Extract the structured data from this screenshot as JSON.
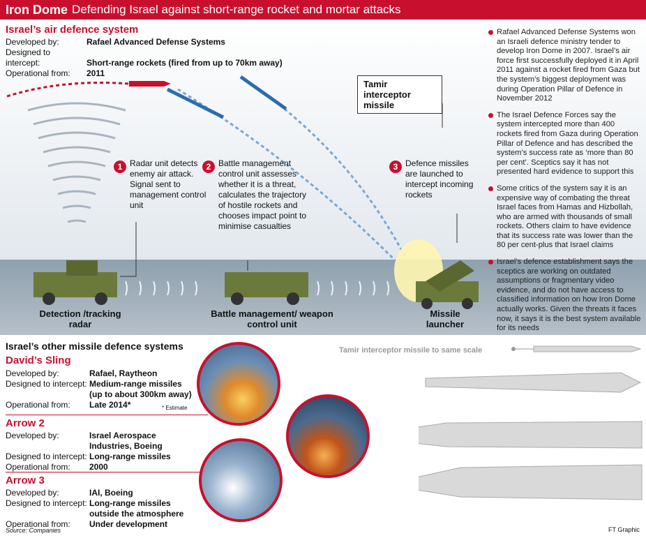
{
  "header": {
    "title_bold": "Iron Dome",
    "title_rest": "Defending Israel against short-range rocket and mortar attacks"
  },
  "air_defence": {
    "title": "Israel’s air defence system",
    "specs": [
      {
        "label": "Developed by:",
        "value": "Rafael Advanced Defense Systems"
      },
      {
        "label": "Designed to intercept:",
        "value": "Short-range rockets (fired from up to 70km away)"
      },
      {
        "label": "Operational from:",
        "value": "2011"
      }
    ]
  },
  "bullets": [
    "Rafael Advanced Defense Systems won an Israeli defence ministry tender to develop Iron Dome in 2007. Israel’s air force first successfully deployed it in April 2011 against a rocket fired from Gaza but the system’s biggest deployment was during Operation Pillar of Defence in November 2012",
    "The Israel Defence Forces say the system intercepted more than 400 rockets fired from Gaza during Operation Pillar of Defence and has described the system’s success rate as ‘more than 80 per cent’. Sceptics say it has not presented hard evidence to support this",
    "Some critics of the system say it is an expensive way of combating the threat Israel faces from Hamas and Hizbollah, who are armed with thousands of small rockets. Others claim to have evidence that its success rate was lower than the 80 per cent-plus that Israel claims",
    "Israel’s defence establishment says the sceptics are working on outdated assumptions or fragmentary video evidence, and do not have access to classified information on how Iron Dome actually works. Given the threats it faces now, it says it is the best system available for its needs"
  ],
  "callout": "Tamir interceptor missile",
  "steps": [
    {
      "num": "1",
      "text": "Radar unit detects enemy air attack. Signal sent to management control unit"
    },
    {
      "num": "2",
      "text": "Battle management control unit assesses whether it is a threat, calculates the trajectory of hostile rockets and chooses impact point to minimise casualties"
    },
    {
      "num": "3",
      "text": "Defence missiles are launched to intercept incoming rockets"
    }
  ],
  "units": {
    "radar": "Detection /tracking radar",
    "battle": "Battle management/ weapon control unit",
    "launcher": "Missile launcher"
  },
  "other": {
    "title": "Israel’s other missile defence systems",
    "scale_label": "Tamir interceptor missile to same scale",
    "systems": [
      {
        "name": "David’s Sling",
        "developed_label": "Developed by:",
        "developed": "Rafael, Raytheon",
        "designed_label": "Designed to intercept:",
        "designed": "Medium-range missiles (up to about 300km away)",
        "operational_label": "Operational from:",
        "operational": "Late 2014*"
      },
      {
        "name": "Arrow 2",
        "developed_label": "Developed by:",
        "developed": "Israel Aerospace Industries, Boeing",
        "designed_label": "Designed to intercept:",
        "designed": "Long-range missiles",
        "operational_label": "Operational from:",
        "operational": "2000"
      },
      {
        "name": "Arrow 3",
        "developed_label": "Developed by:",
        "developed": "IAI, Boeing",
        "designed_label": "Designed to intercept:",
        "designed": "Long-range missiles outside the atmosphere",
        "operational_label": "Operational from:",
        "operational": "Under development"
      }
    ],
    "estimate_note": "* Estimate"
  },
  "footer": {
    "source": "Source: Companies",
    "credit": "FT Graphic"
  },
  "colors": {
    "accent": "#c8102e",
    "missile_blue": "#2b6cb0",
    "truck_olive": "#6b7a3a"
  }
}
